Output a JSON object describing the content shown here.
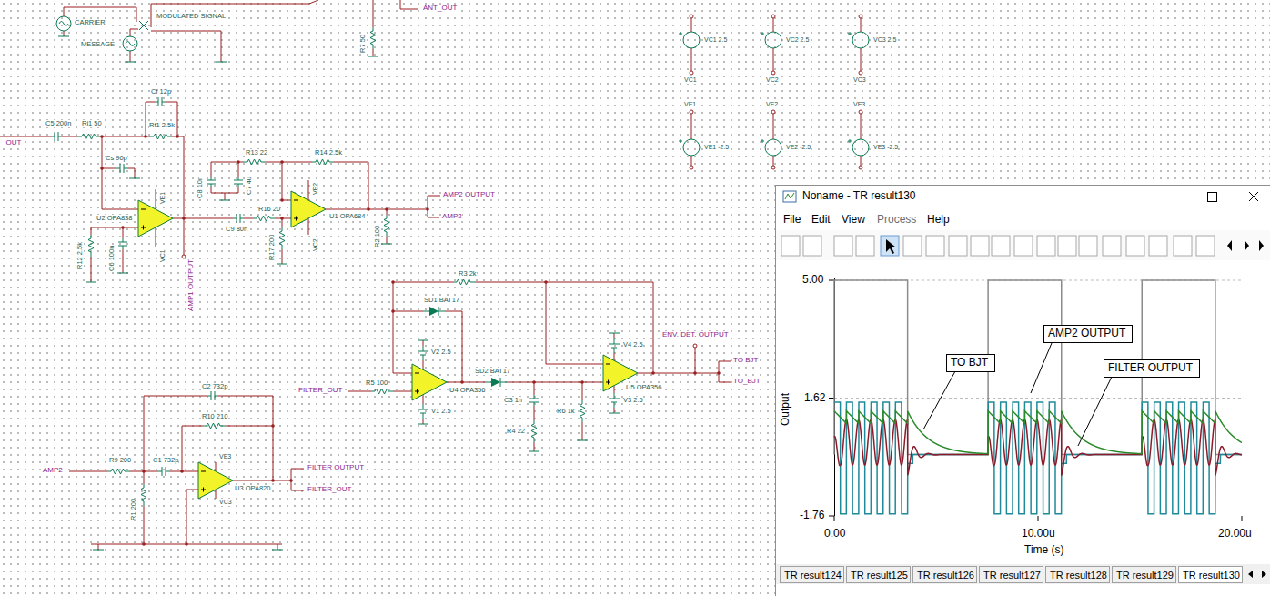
{
  "diagram": {
    "nodes": [
      {
        "text": [
          "TO BJT"
        ]
      },
      {
        "text": [
          "AMP2 OUTPUT"
        ]
      },
      {
        "text": [
          "FILTER OUTPUT"
        ]
      }
    ],
    "labels": [
      "CARRIER",
      "MODULATED SIGNAL",
      "MESSAGE",
      "R7 50",
      "ANT_OUT",
      "VC1 2.5",
      "VC2 2.5",
      "VC3 2.5",
      "VC1",
      "VC2",
      "VC3",
      "VE1",
      "VE2",
      "VE3",
      "VE1 -2.5",
      "VE2 -2.5",
      "VE3 -2.5",
      "_OUT",
      "C5 200n",
      "Ri1 50",
      "Cf 12p",
      "Rf1 2.5k",
      "Cs 90p",
      "VE1",
      "U2 OPA838",
      "VC1",
      "R12 2.5k",
      "C6 100n",
      "AMP1 OUTPUT",
      "C8 10n",
      "R13 22",
      "C7 4u",
      "VE2",
      "R14 2.5k",
      "U1 OPA684",
      "VC2",
      "C9 80n",
      "R16 20",
      "R17 200",
      "AMP2 OUTPUT",
      "AMP2",
      "R2 100",
      "R3 2k",
      "SD1 BAT17",
      "V2 2.5",
      "R5 100",
      "FILTER_OUT",
      "U4 OPA356",
      "V1 2.5",
      "SD2 BAT17",
      "C3 1n",
      "R4 22",
      "R6 1k",
      "V4 2.5",
      "U5 OPA356",
      "V3 2.5",
      "ENV. DET. OUTPUT",
      "TO BJT",
      "TO_BJT",
      "C2 732p",
      "R10 210",
      "R9 200",
      "C1 732p",
      "VE3",
      "U3 OPA820",
      "VC3",
      "R1 200",
      "AMP2",
      "FILTER OUTPUT",
      "FILTER_OUT",
      "Noname - TR result130",
      "File",
      "Edit",
      "View",
      "Process",
      "Help",
      "5.00",
      "1.62",
      "-1.76",
      "Output",
      "0.00",
      "10.00u",
      "20.00u",
      "Time (s)",
      "TR result124",
      "TR result125",
      "TR result126",
      "TR result127",
      "TR result128",
      "TR result129",
      "TR result130"
    ]
  }
}
